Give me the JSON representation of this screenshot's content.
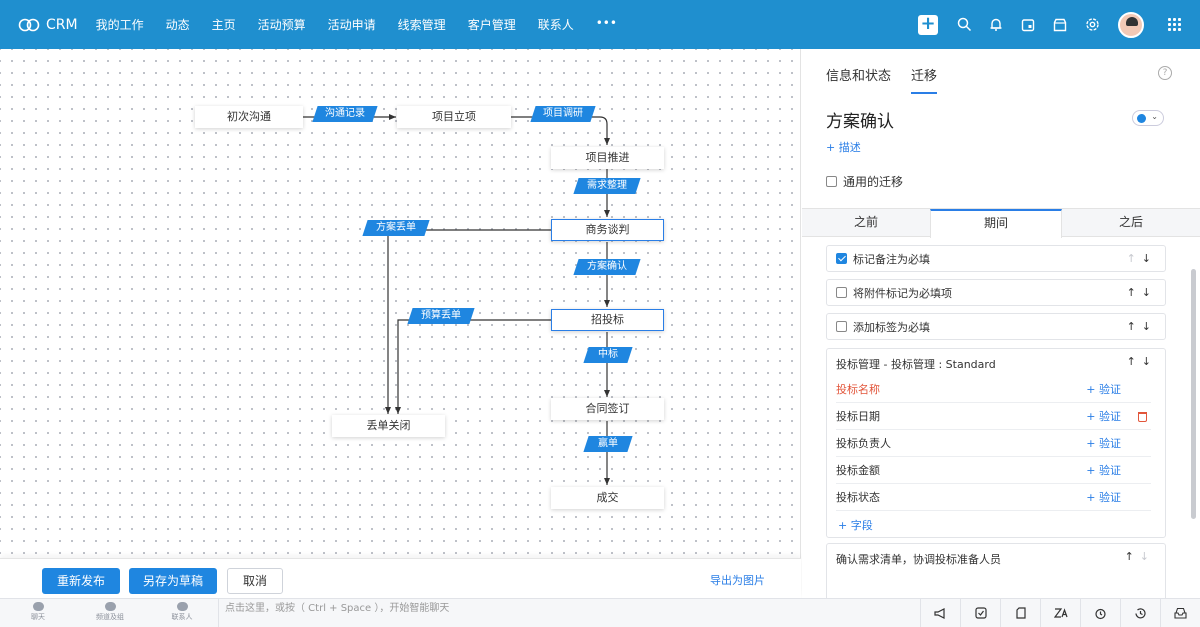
{
  "nav": {
    "brand": "CRM",
    "items": [
      "我的工作",
      "动态",
      "主页",
      "活动预算",
      "活动申请",
      "线索管理",
      "客户管理",
      "联系人"
    ],
    "more": "•••"
  },
  "flow": {
    "nodes": {
      "initial_contact": "初次沟通",
      "project_setup": "项目立项",
      "project_advance": "项目推进",
      "negotiation": "商务谈判",
      "bidding": "招投标",
      "contract": "合同签订",
      "deal": "成交",
      "closed_lost": "丢单关闭"
    },
    "tags": {
      "comm_record": "沟通记录",
      "project_research": "项目调研",
      "requirement": "需求整理",
      "plan_lost": "方案丢单",
      "plan_confirm": "方案确认",
      "budget_lost": "预算丢单",
      "bid_won": "中标",
      "win": "赢单"
    }
  },
  "toolbar": {
    "republish": "重新发布",
    "save_draft": "另存为草稿",
    "cancel": "取消",
    "export": "导出为图片"
  },
  "statusbar": {
    "chat": "聊天",
    "channel": "频道及组",
    "contacts": "联系人",
    "input_placeholder": "点击这里，或按（ Ctrl + Space ），开始智能聊天"
  },
  "panel": {
    "tabs": [
      "信息和状态",
      "迁移"
    ],
    "title": "方案确认",
    "add_desc": "+ 描述",
    "common_transition": "通用的迁移",
    "stage_tabs": [
      "之前",
      "期间",
      "之后"
    ],
    "rules": [
      {
        "label": "标记备注为必填",
        "checked": true
      },
      {
        "label": "将附件标记为必填项",
        "checked": false
      },
      {
        "label": "添加标签为必填",
        "checked": false
      }
    ],
    "group": {
      "title": "投标管理 - 投标管理 : Standard",
      "fields": [
        "投标名称",
        "投标日期",
        "投标负责人",
        "投标金额",
        "投标状态"
      ],
      "validate": "+ 验证",
      "add_field": "+ 字段"
    },
    "note": "确认需求清单，协调投标准备人员",
    "arrow_up": "↑",
    "arrow_down": "↓"
  },
  "colors": {
    "brand": "#1f8fcf",
    "accent": "#1f86e0",
    "danger": "#e2563b"
  }
}
